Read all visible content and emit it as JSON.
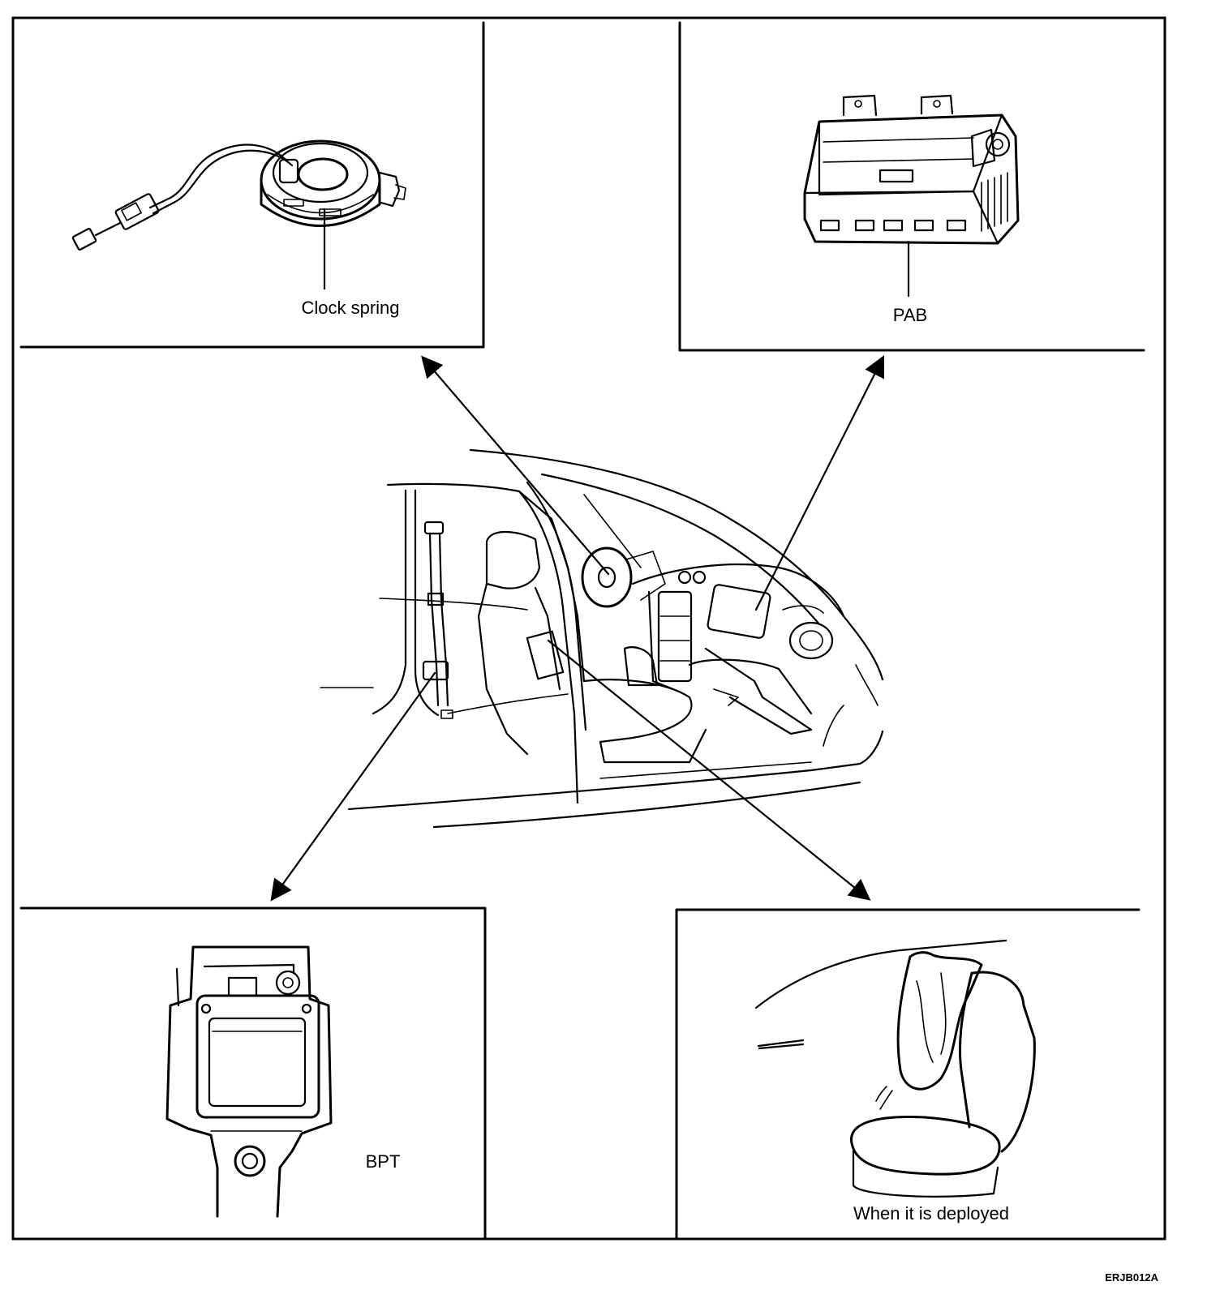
{
  "labels": {
    "clock_spring": "Clock spring",
    "pab": "PAB",
    "bpt": "BPT",
    "deployed": "When it is deployed",
    "figure_code": "ERJB012A"
  },
  "icons": {
    "clock_spring": "clock-spring-icon",
    "pab": "airbag-module-icon",
    "bpt": "seat-belt-pretensioner-icon",
    "deployed": "deployed-airbag-icon",
    "vehicle": "vehicle-interior-icon"
  },
  "colors": {
    "line": "#000000",
    "background": "#ffffff"
  }
}
